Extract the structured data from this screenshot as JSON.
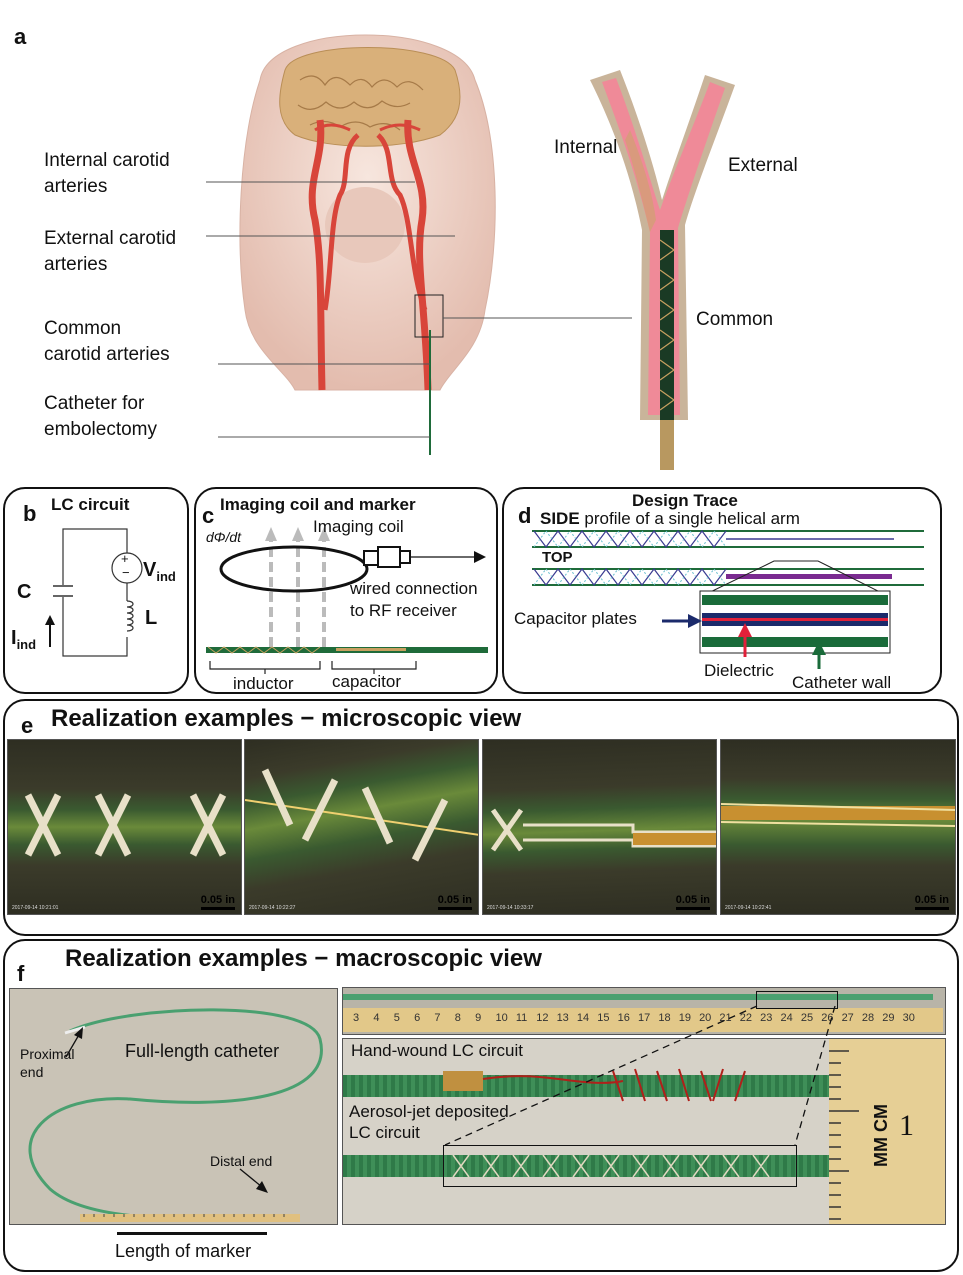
{
  "panel_a": {
    "label": "a",
    "left_labels": [
      "Internal carotid\narteries",
      "External carotid\narteries",
      "Common\ncarotid arteries",
      "Catheter for\nembolectomy"
    ],
    "inset_labels": {
      "internal": "Internal",
      "external": "External",
      "common": "Common"
    }
  },
  "panel_b": {
    "label": "b",
    "title": "LC circuit",
    "c": "C",
    "l": "L",
    "v": "V",
    "v_sub": "ind",
    "i": "I",
    "i_sub": "ind",
    "plus": "+",
    "minus": "−"
  },
  "panel_c": {
    "label": "c",
    "title": "Imaging coil and marker",
    "flux": "dΦ/dt",
    "coil": "Imaging coil",
    "wired": "wired connection\nto RF receiver",
    "inductor": "inductor",
    "capacitor": "capacitor"
  },
  "panel_d": {
    "label": "d",
    "title": "Design Trace",
    "side_bold": "SIDE",
    "side_rest": " profile of a single helical arm",
    "top": "TOP",
    "cap_plates": "Capacitor plates",
    "dielectric": "Dielectric",
    "wall": "Catheter wall"
  },
  "panel_e": {
    "label": "e",
    "title": "Realization examples − microscopic view",
    "scale": "0.05 in",
    "stamps": [
      "2017-09-14 10:21:01",
      "2017-09-14 10:22:27",
      "2017-09-14 10:33:17",
      "2017-09-14 10:22:41"
    ]
  },
  "panel_f": {
    "label": "f",
    "title": "Realization examples − macroscopic view",
    "proximal": "Proximal\nend",
    "full_length": "Full-length catheter",
    "distal": "Distal end",
    "marker_len": "Length of marker",
    "hand_wound": "Hand-wound LC circuit",
    "aerosol": "Aerosol-jet deposited\nLC circuit",
    "ruler_numbers": [
      "3",
      "4",
      "5",
      "6",
      "7",
      "8",
      "9",
      "10",
      "11",
      "12",
      "13",
      "14",
      "15",
      "16",
      "17",
      "18",
      "19",
      "20",
      "21",
      "22",
      "23",
      "24",
      "25",
      "26",
      "27",
      "28",
      "29",
      "30"
    ],
    "ruler_big": "1",
    "ruler_units": "MM CM"
  },
  "colors": {
    "artery": "#d8453a",
    "skin": "#f1d8cf",
    "brain": "#d9b07a",
    "catheter_green": "#1f6b3a",
    "dark_navy": "#1b2a6b",
    "dielectric_red": "#e0203a",
    "wall_green": "#1a6b3a"
  }
}
